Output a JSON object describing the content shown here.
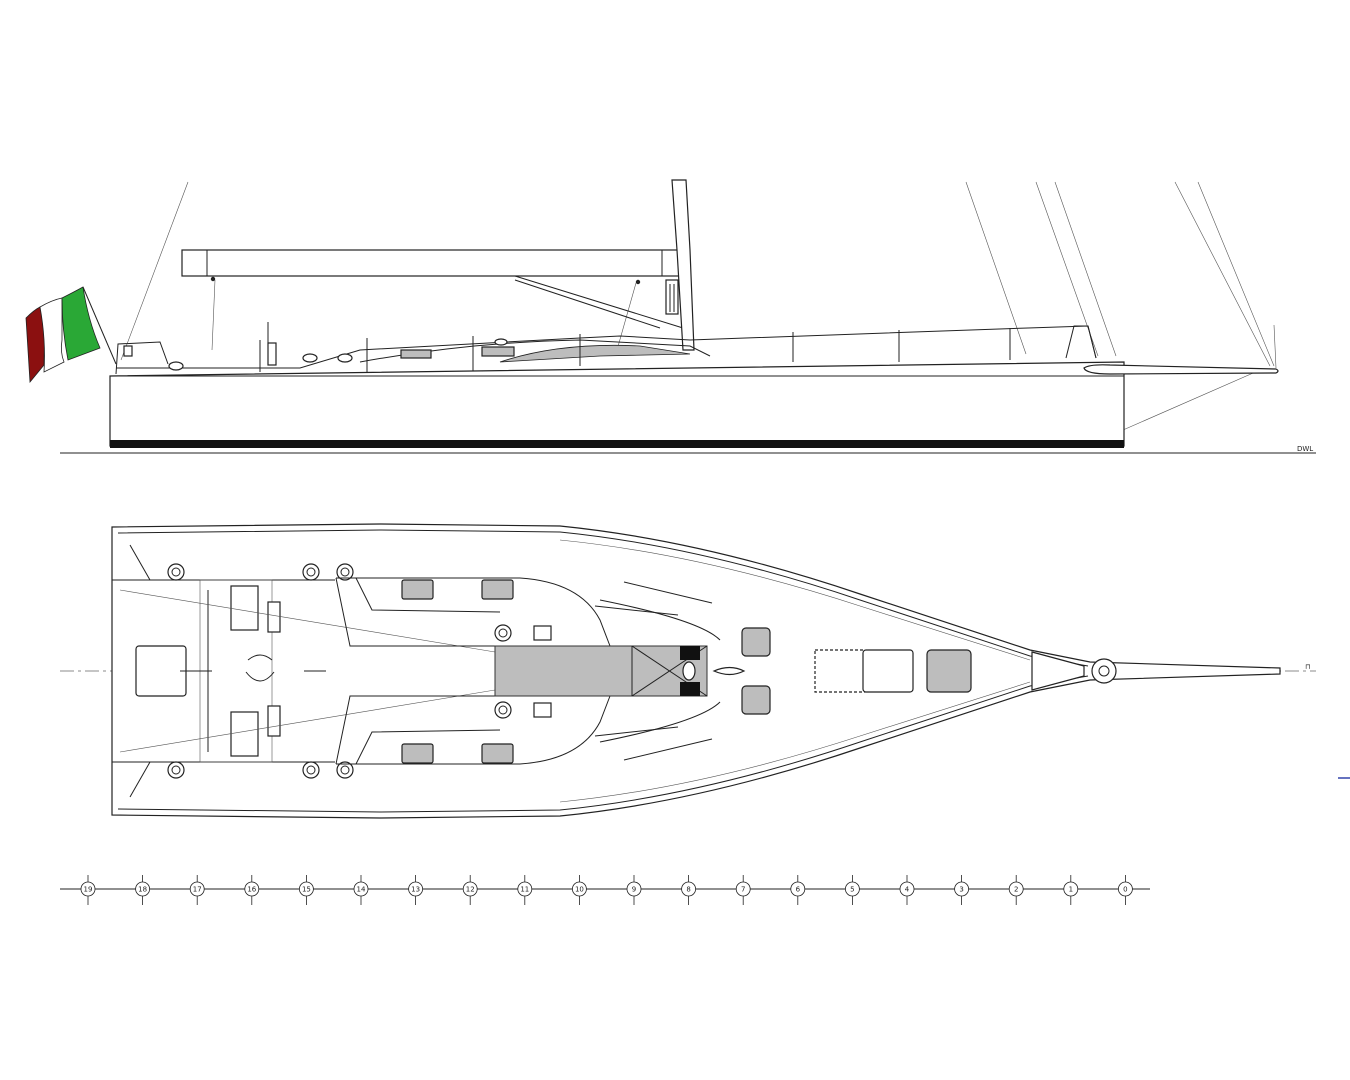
{
  "waterline_label": "DWL",
  "centerline_mark": "⊓",
  "stations": [
    "19",
    "18",
    "17",
    "16",
    "15",
    "14",
    "13",
    "12",
    "11",
    "10",
    "9",
    "8",
    "7",
    "6",
    "5",
    "4",
    "3",
    "2",
    "1",
    "0"
  ],
  "colors": {
    "flag_red": "#8b1010",
    "flag_white": "#ffffff",
    "flag_green": "#2aa836",
    "deck_grey": "#bdbdbd",
    "line": "#222222",
    "accent_blue": "#3344aa"
  }
}
